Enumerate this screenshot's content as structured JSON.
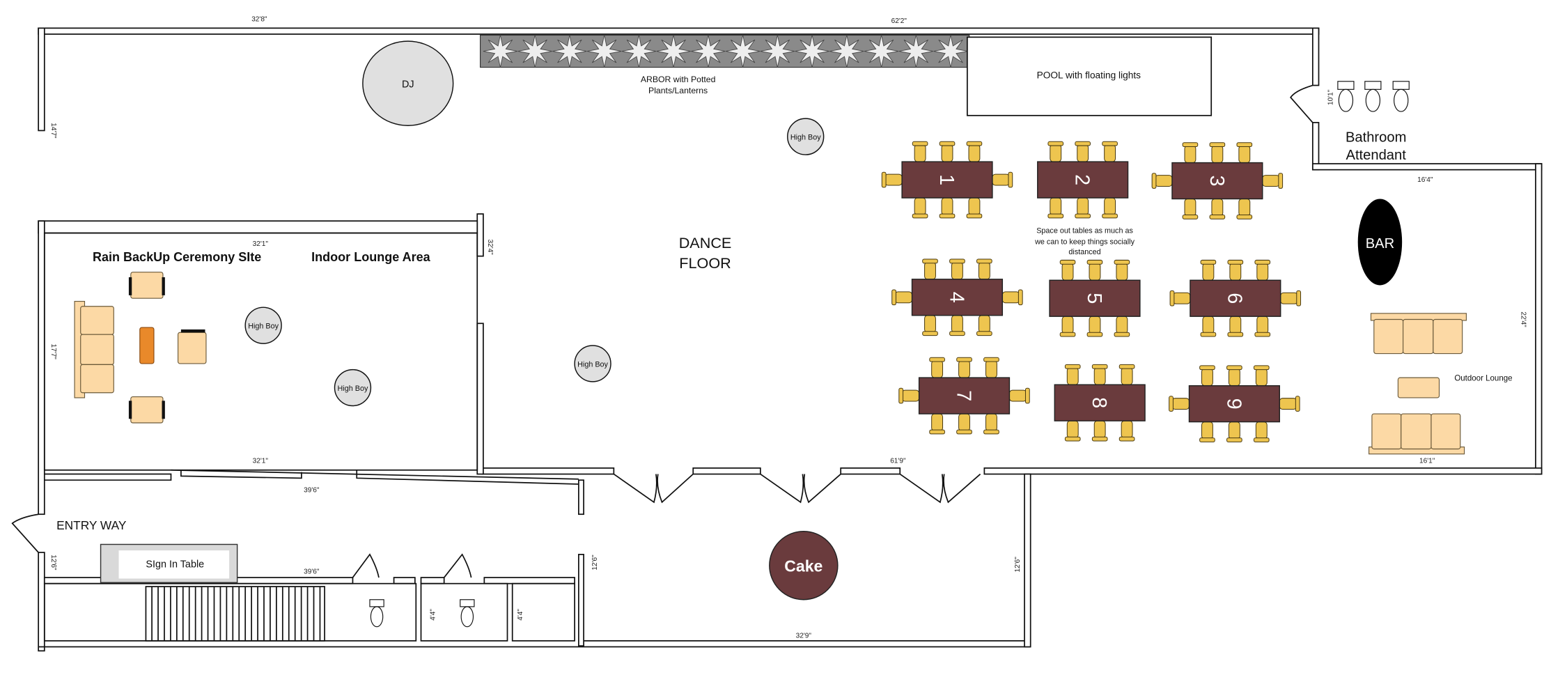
{
  "colors": {
    "table": "#6a3b3d",
    "chair": "#eec54f",
    "cushion": "#fcd9a5",
    "accent_orange": "#e9892a",
    "highboy": "#e0e0e0",
    "arbor": "#8a8a8a",
    "bar": "#000000"
  },
  "labels": {
    "rain_backup": "Rain BackUp Ceremony SIte",
    "indoor_lounge": "Indoor Lounge Area",
    "dance_floor_1": "DANCE",
    "dance_floor_2": "FLOOR",
    "arbor_1": "ARBOR with Potted",
    "arbor_2": "Plants/Lanterns",
    "pool": "POOL with floating lights",
    "dj": "DJ",
    "bathroom_1": "Bathroom",
    "bathroom_2": "Attendant",
    "bar": "BAR",
    "note_1": "Space out tables as much as",
    "note_2": "we can to keep things socially",
    "note_3": "distanced",
    "outdoor_lounge": "Outdoor Lounge",
    "entry_way": "ENTRY WAY",
    "sign_in": "SIgn In Table",
    "cake": "Cake",
    "high_boy": "High Boy"
  },
  "dimensions": {
    "top_left": "32'8\"",
    "top_right": "62'2\"",
    "left_upper": "14'7\"",
    "lounge_top": "32'1\"",
    "lounge_right": "32'4\"",
    "lounge_left": "17'7\"",
    "lounge_bottom": "32'1\"",
    "corridor_top": "39'6\"",
    "corridor_bottom": "39'6\"",
    "entry_left": "12'6\"",
    "wc1": "4'4\"",
    "wc2": "4'4\"",
    "corridor_right": "12'6\"",
    "cake_right": "12'6\"",
    "cake_bottom": "32'9\"",
    "hall_bottom": "61'9\"",
    "outdoor_bottom": "16'1\"",
    "outdoor_top": "16'4\"",
    "outdoor_right": "22'4\"",
    "bathroom": "10'1\""
  },
  "tables": [
    {
      "number": "1",
      "seats": 8
    },
    {
      "number": "2",
      "seats": 6
    },
    {
      "number": "3",
      "seats": 8
    },
    {
      "number": "4",
      "seats": 8
    },
    {
      "number": "5",
      "seats": 6
    },
    {
      "number": "6",
      "seats": 8
    },
    {
      "number": "7",
      "seats": 8
    },
    {
      "number": "8",
      "seats": 6
    },
    {
      "number": "9",
      "seats": 8
    }
  ]
}
